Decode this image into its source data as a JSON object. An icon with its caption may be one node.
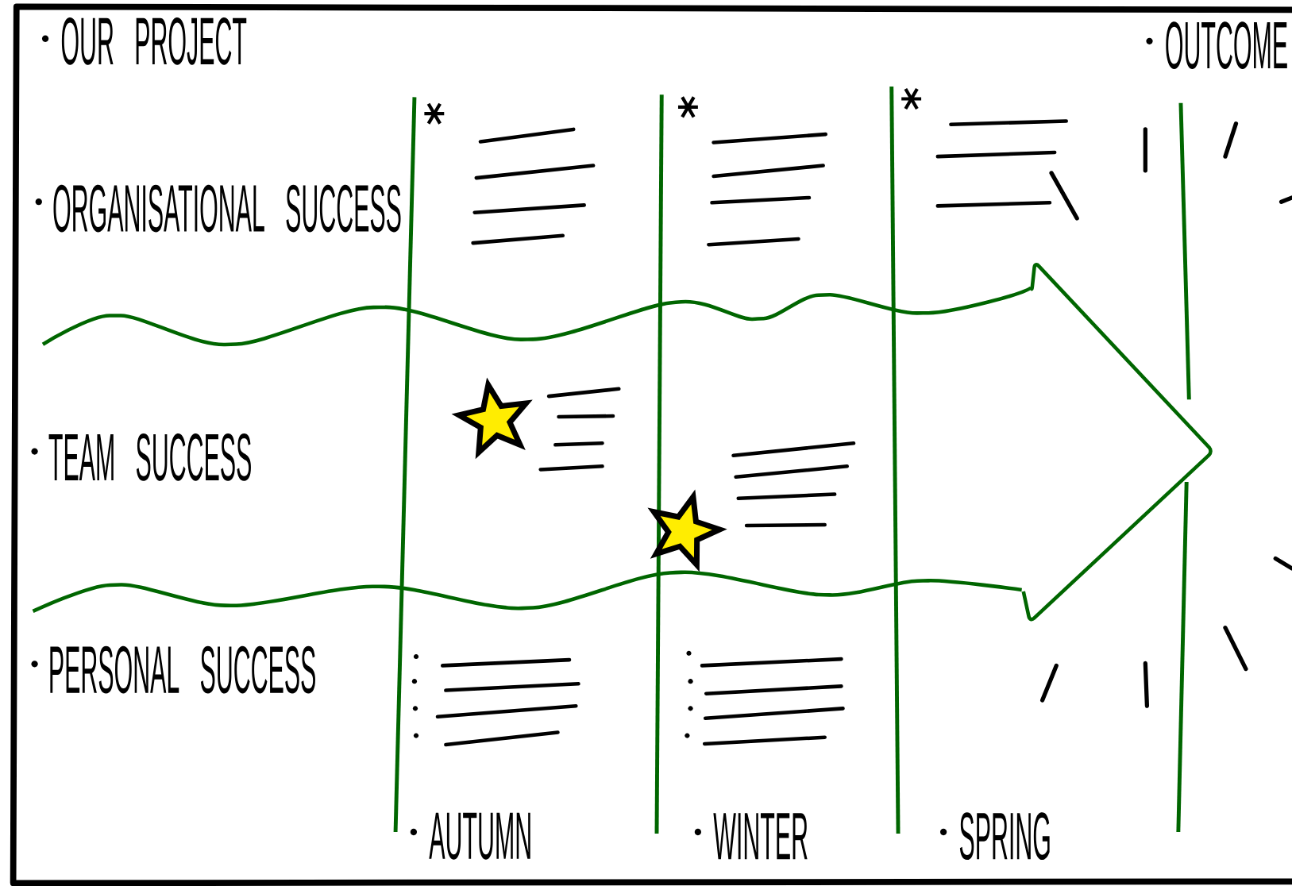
{
  "diagram": {
    "labels": [
      "OUR PROJECT",
      "OUTCOME",
      "ORGANISATIONAL SUCCESS",
      "TEAM SUCCESS",
      "PERSONAL SUCCESS",
      "AUTUMN",
      "WINTER",
      "SPRING"
    ]
  }
}
